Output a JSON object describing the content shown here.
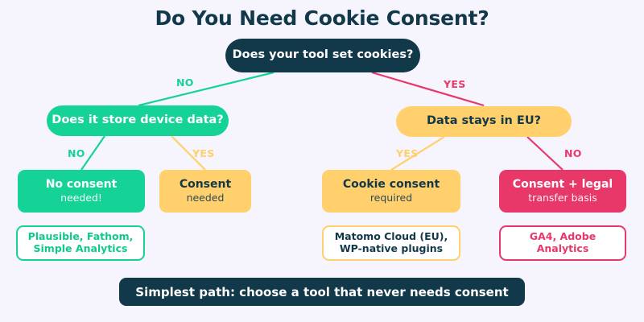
{
  "title": "Do You Need Cookie Consent?",
  "colors": {
    "background": "#f6f4fd",
    "dark": "#11394a",
    "green": "#15d397",
    "yellow": "#ffd06b",
    "pink": "#e8386a"
  },
  "nodes": {
    "root": {
      "label": "Does your tool set cookies?"
    },
    "left_decision": {
      "label": "Does it store device data?"
    },
    "right_decision": {
      "label": "Data stays in EU?"
    }
  },
  "edge_labels": {
    "root_no": "NO",
    "root_yes": "YES",
    "left_no": "NO",
    "left_yes": "YES",
    "right_yes": "YES",
    "right_no": "NO"
  },
  "outcomes": [
    {
      "main": "No consent",
      "sub": "needed!",
      "tools": "Plausible, Fathom,\nSimple Analytics"
    },
    {
      "main": "Consent",
      "sub": "needed",
      "tools": ""
    },
    {
      "main": "Cookie consent",
      "sub": "required",
      "tools": "Matomo Cloud (EU),\nWP-native plugins"
    },
    {
      "main": "Consent + legal",
      "sub": "transfer basis",
      "tools": "GA4, Adobe\nAnalytics"
    }
  ],
  "footer": {
    "label": "Simplest path: choose a tool that never needs consent"
  }
}
